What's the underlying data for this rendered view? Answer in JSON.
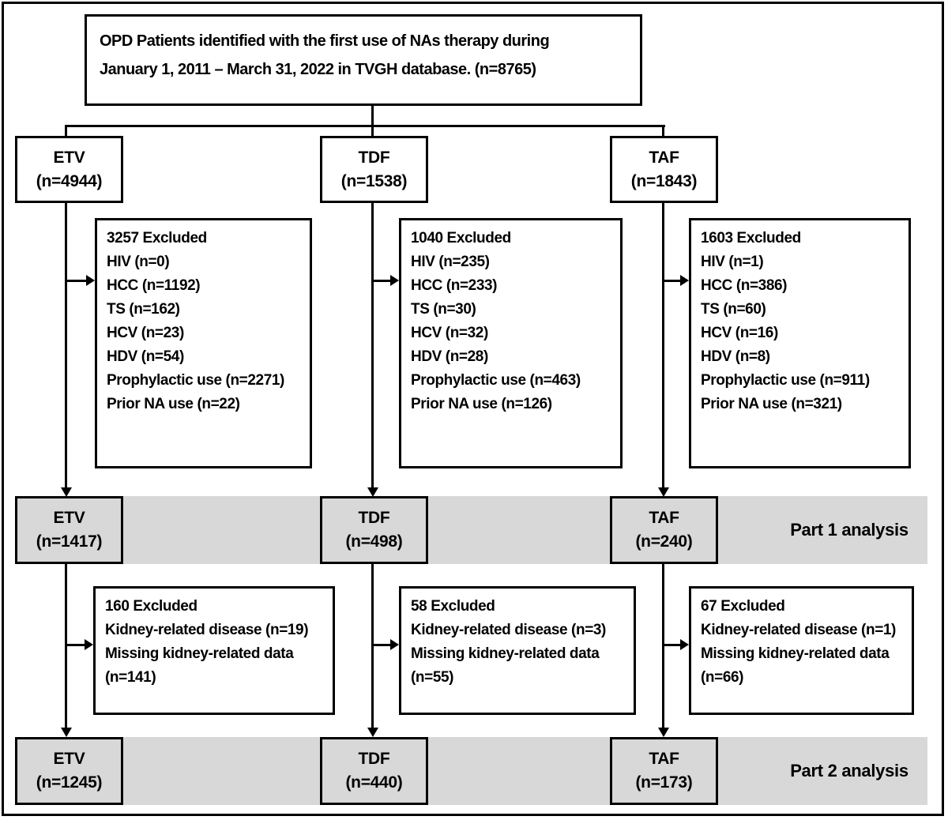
{
  "top_box": {
    "line1": "OPD Patients identified with the first use of NAs therapy during",
    "line2": "January 1, 2011 – March 31, 2022 in TVGH database. (n=8765)"
  },
  "columns": [
    {
      "id": "etv",
      "branch_label": "ETV",
      "branch_n": "(n=4944)",
      "excl1": [
        "3257 Excluded",
        "HIV (n=0)",
        "HCC (n=1192)",
        "TS (n=162)",
        "HCV (n=23)",
        "HDV (n=54)",
        "Prophylactic use (n=2271)",
        "Prior NA use (n=22)"
      ],
      "part1_label": "ETV",
      "part1_n": "(n=1417)",
      "excl2": [
        "160 Excluded",
        "Kidney-related disease (n=19)",
        "Missing kidney-related data (n=141)"
      ],
      "part2_label": "ETV",
      "part2_n": "(n=1245)"
    },
    {
      "id": "tdf",
      "branch_label": "TDF",
      "branch_n": "(n=1538)",
      "excl1": [
        "1040 Excluded",
        "HIV (n=235)",
        "HCC (n=233)",
        "TS (n=30)",
        "HCV (n=32)",
        "HDV (n=28)",
        "Prophylactic use (n=463)",
        "Prior NA use (n=126)"
      ],
      "part1_label": "TDF",
      "part1_n": "(n=498)",
      "excl2": [
        "58 Excluded",
        "Kidney-related disease (n=3)",
        "Missing kidney-related data (n=55)"
      ],
      "part2_label": "TDF",
      "part2_n": "(n=440)"
    },
    {
      "id": "taf",
      "branch_label": "TAF",
      "branch_n": "(n=1843)",
      "excl1": [
        "1603 Excluded",
        "HIV (n=1)",
        "HCC (n=386)",
        "TS (n=60)",
        "HCV (n=16)",
        "HDV (n=8)",
        "Prophylactic use (n=911)",
        "Prior NA use (n=321)"
      ],
      "part1_label": "TAF",
      "part1_n": "(n=240)",
      "excl2": [
        "67 Excluded",
        "Kidney-related disease (n=1)",
        "Missing kidney-related data (n=66)"
      ],
      "part2_label": "TAF",
      "part2_n": "(n=173)"
    }
  ],
  "annotations": {
    "part1": "Part 1 analysis",
    "part2": "Part 2 analysis"
  },
  "colors": {
    "background": "#ffffff",
    "line": "#000000",
    "band": "#d8d8d8",
    "box_fill_gray": "#d8d8d8"
  }
}
